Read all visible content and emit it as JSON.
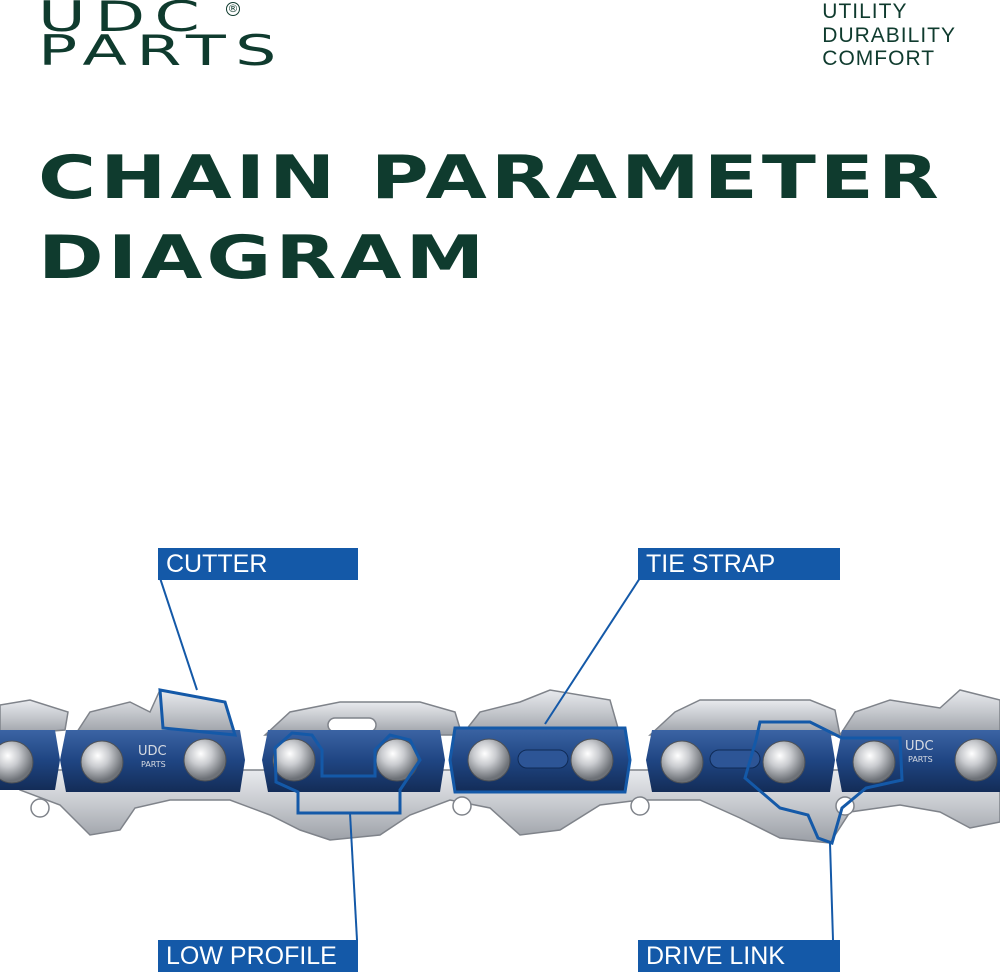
{
  "brand": {
    "line1": "UDC",
    "line2": "PARTS",
    "registered": "®"
  },
  "tagline": [
    "UTILITY",
    "DURABILITY",
    "COMFORT"
  ],
  "title": {
    "line1": "CHAIN PARAMETER",
    "line2": "DIAGRAM"
  },
  "callouts": {
    "cutter": "CUTTER",
    "tie_strap": "TIE STRAP",
    "low_profile": "LOW PROFILE",
    "drive_link": "DRIVE LINK"
  },
  "chain_marking": {
    "line1": "UDC",
    "line2": "PARTS"
  },
  "colors": {
    "brand_green": "#0f3b2e",
    "callout_blue": "#1459a8",
    "chain_blue": "#1e3f73",
    "chain_silver": "#c9ccd1"
  }
}
